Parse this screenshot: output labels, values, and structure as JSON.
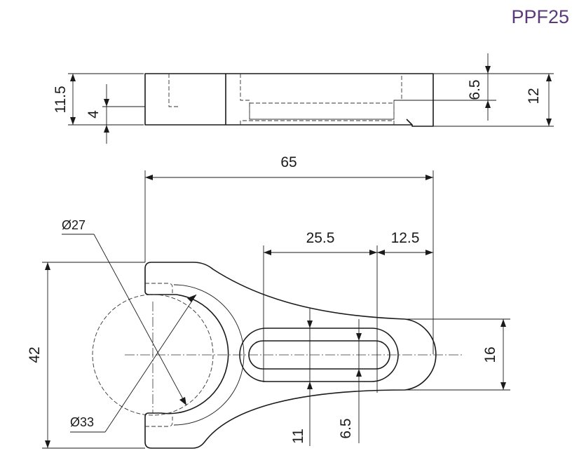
{
  "part_label": "PPF25",
  "brand_color": "#5a3a78",
  "side_view": {
    "height_total": "11.5",
    "step_height": "4",
    "right_inner": "6.5",
    "right_total": "12"
  },
  "top_view": {
    "overall_length": "65",
    "slot_length": "25.5",
    "slot_end_offset": "12.5",
    "ring_inner_dia": "Ø27",
    "ring_outer_dia": "Ø33",
    "overall_height": "42",
    "tab_height": "16",
    "slot_outer_width": "11",
    "slot_inner_width": "6.5"
  }
}
